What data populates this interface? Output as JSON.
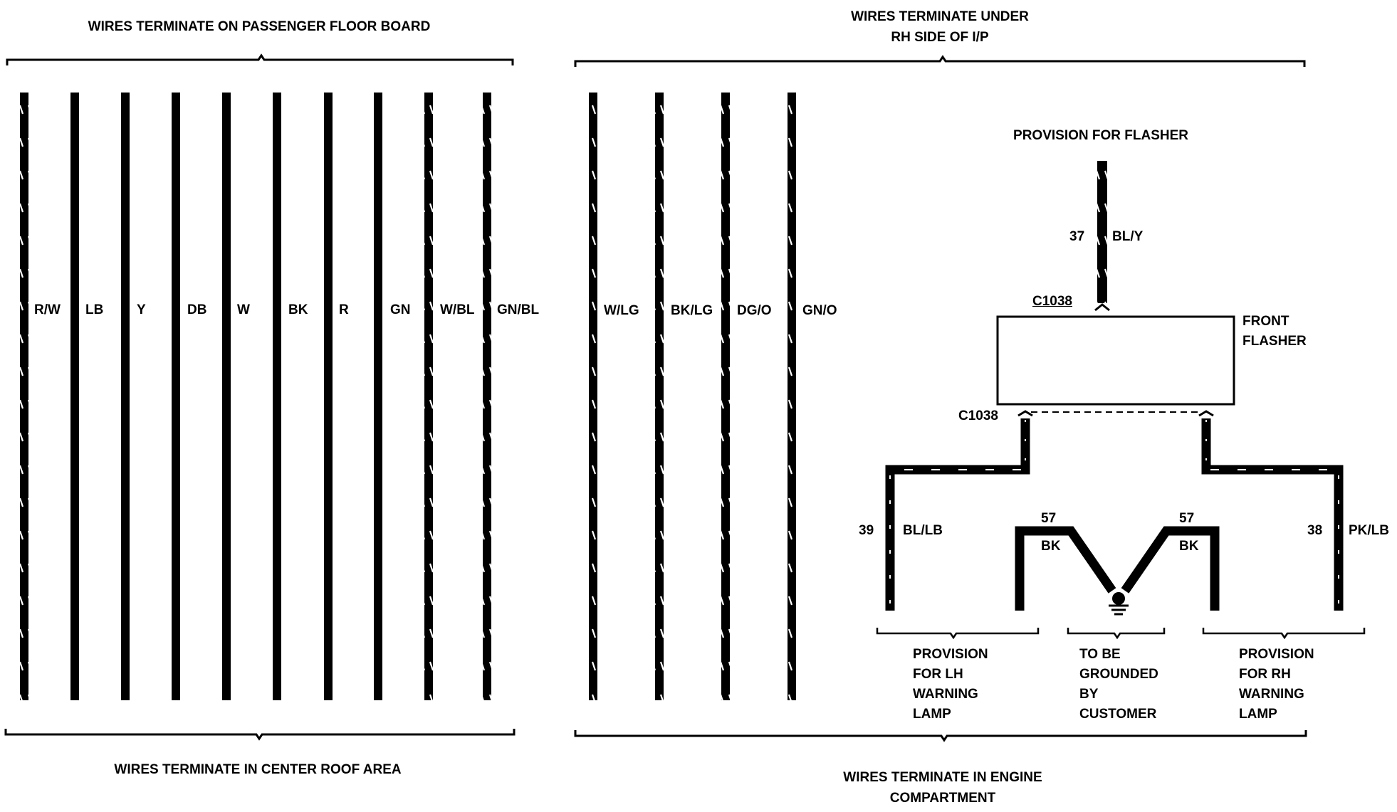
{
  "headers": {
    "top_left": "WIRES TERMINATE ON PASSENGER FLOOR BOARD",
    "top_right": "WIRES TERMINATE UNDER\nRH SIDE OF I/P",
    "bottom_left": "WIRES TERMINATE IN CENTER ROOF AREA",
    "bottom_right": "WIRES TERMINATE IN ENGINE\nCOMPARTMENT"
  },
  "left_wires": [
    {
      "label": "R/W",
      "striped": true
    },
    {
      "label": "LB",
      "striped": false
    },
    {
      "label": "Y",
      "striped": false
    },
    {
      "label": "DB",
      "striped": false
    },
    {
      "label": "W",
      "striped": false
    },
    {
      "label": "BK",
      "striped": false
    },
    {
      "label": "R",
      "striped": false
    },
    {
      "label": "GN",
      "striped": false
    },
    {
      "label": "W/BL",
      "striped": true
    },
    {
      "label": "GN/BL",
      "striped": true
    }
  ],
  "middle_wires": [
    {
      "label": "W/LG",
      "striped": true
    },
    {
      "label": "BK/LG",
      "striped": true
    },
    {
      "label": "DG/O",
      "striped": true
    },
    {
      "label": "GN/O",
      "striped": true
    }
  ],
  "flasher": {
    "provision_title": "PROVISION FOR FLASHER",
    "input_circuit": "37",
    "input_color": "BL/Y",
    "connector_top": "C1038",
    "connector_bottom": "C1038",
    "name": "FRONT\nFLASHER"
  },
  "outputs": {
    "lh_circuit": "39",
    "lh_color": "BL/LB",
    "rh_circuit": "38",
    "rh_color": "PK/LB",
    "ground_left_circuit": "57",
    "ground_left_color": "BK",
    "ground_right_circuit": "57",
    "ground_right_color": "BK"
  },
  "notes": {
    "lh": "PROVISION\nFOR LH\nWARNING\nLAMP",
    "ground": "TO BE\nGROUNDED\nBY\nCUSTOMER",
    "rh": "PROVISION\nFOR RH\nWARNING\nLAMP"
  },
  "colors": {
    "ink": "#000000",
    "background": "#ffffff",
    "stripe": "#ffffff"
  }
}
